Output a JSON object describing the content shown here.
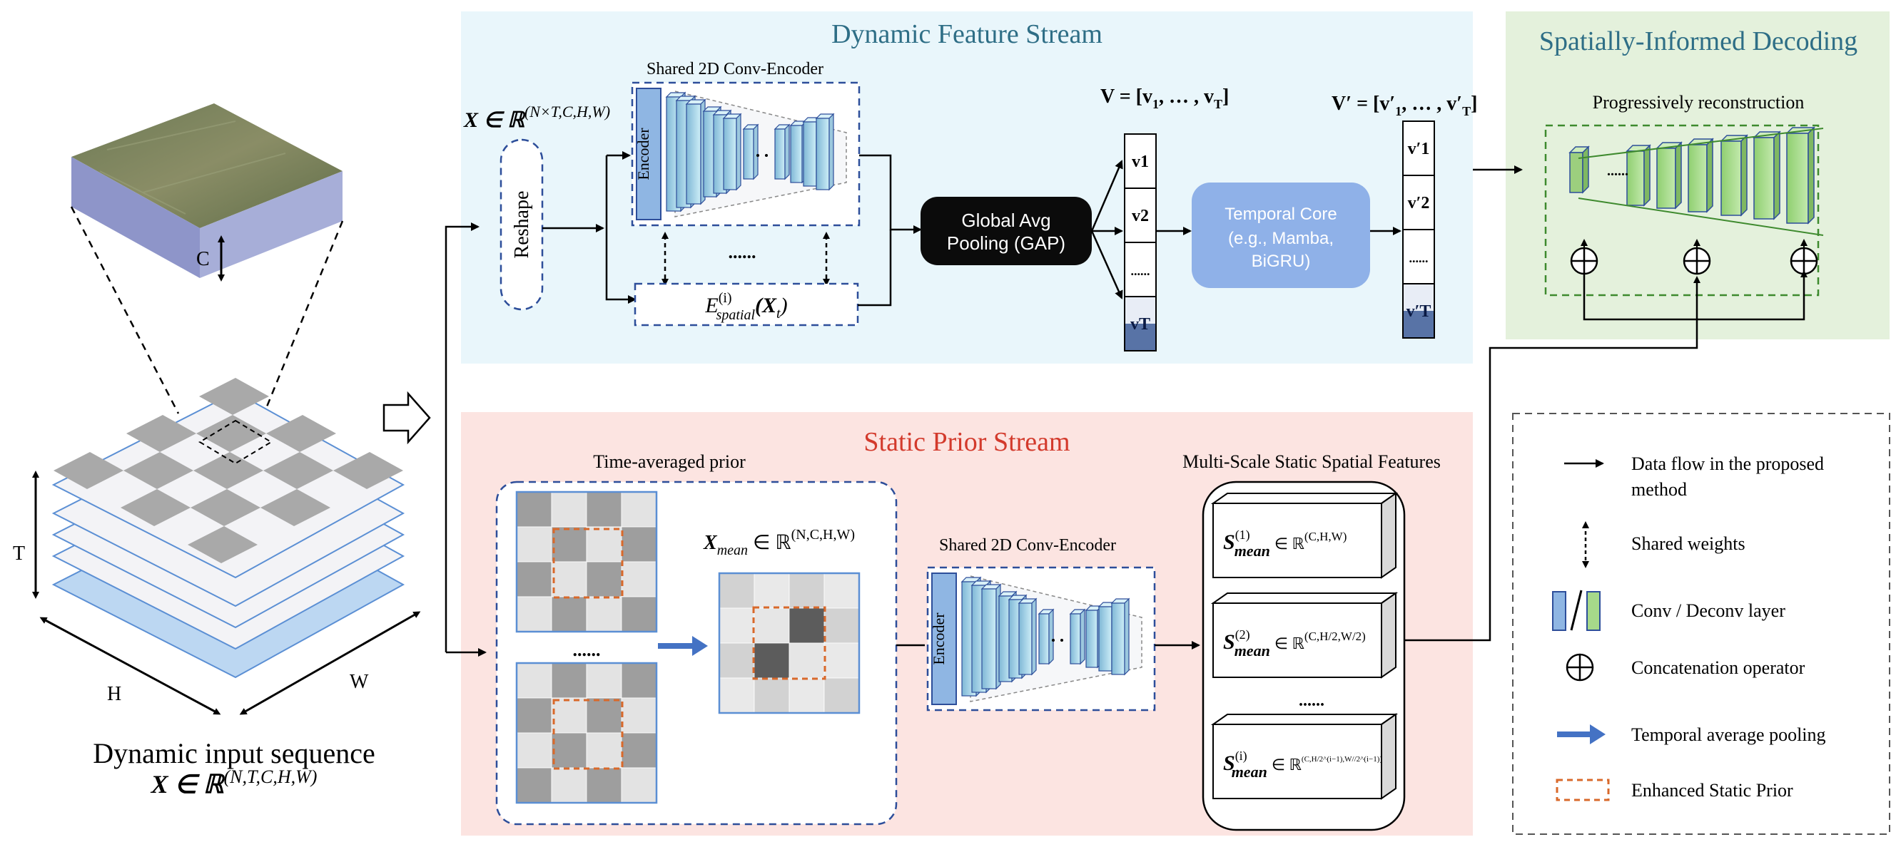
{
  "dynamic_stream": {
    "title": "Dynamic Feature Stream",
    "input_label": "X ∈ ℝ",
    "input_sup": "(N×T,C,H,W)",
    "reshape": "Reshape",
    "encoder_title": "Shared 2D Conv-Encoder",
    "encoder_label": "Encoder",
    "ellipsis": "......",
    "spatial_encoder": "E",
    "spatial_sup": "(i)",
    "spatial_sub": "spatial",
    "spatial_arg": "(X",
    "spatial_arg_sub": "t",
    "spatial_close": ")",
    "v_label": "V = [v",
    "v_label_rest": ", … , v",
    "v_tokens": [
      "v1",
      "v2",
      "......",
      "vT"
    ],
    "gap": [
      "Global Avg",
      "Pooling (GAP)"
    ],
    "temporal_core": [
      "Temporal Core",
      "(e.g., Mamba,",
      "BiGRU)"
    ],
    "vprime_label": "V′ = [v′",
    "vprime_tokens": [
      "v′1",
      "v′2",
      "......",
      "v′T"
    ]
  },
  "decoding": {
    "title": "Spatially-Informed Decoding",
    "subtitle": "Progressively reconstruction",
    "ellipsis": "......"
  },
  "static_stream": {
    "title": "Static Prior Stream",
    "prior_title": "Time-averaged prior",
    "ellipsis": "......",
    "x_mean": "X",
    "x_mean_sub": "mean",
    "x_mean_rest": " ∈ ℝ",
    "x_mean_sup": "(N,C,H,W)",
    "encoder_title": "Shared 2D Conv-Encoder",
    "encoder_label": "Encoder",
    "multi_title": "Multi-Scale Static Spatial Features",
    "s_items": [
      {
        "sup": "(1)",
        "dims": "(C,H,W)"
      },
      {
        "sup": "(2)",
        "dims": "(C,H/2,W/2)"
      },
      {
        "sup": "(i)",
        "dims": "(C,H/2^(i−1),W//2^(i−1))"
      }
    ],
    "s_symbol": "S",
    "s_sub": "mean",
    "s_in": "∈ ℝ",
    "s_ellipsis": "......"
  },
  "input": {
    "caption": "Dynamic input sequence",
    "formula": "X ∈ ℝ",
    "formula_sup": "(N,T,C,H,W)",
    "label_c": "C",
    "label_t": "T",
    "label_h": "H",
    "label_w": "W"
  },
  "legend": [
    {
      "icon": "arrow-solid-icon",
      "text": [
        "Data flow in the proposed",
        "method"
      ]
    },
    {
      "icon": "arrow-dashed-bidirectional-icon",
      "text": [
        "Shared weights"
      ]
    },
    {
      "icon": "conv-deconv-layer-icon",
      "text": [
        "Conv / Deconv layer"
      ]
    },
    {
      "icon": "concatenation-icon",
      "text": [
        "Concatenation operator"
      ]
    },
    {
      "icon": "blue-arrow-icon",
      "text": [
        "Temporal average pooling"
      ]
    },
    {
      "icon": "orange-dashed-box-icon",
      "text": [
        "Enhanced Static Prior"
      ]
    }
  ],
  "colors": {
    "dynamic_bg": "#e9f6fb",
    "static_bg": "#fce4e1",
    "decoding_bg": "#e4f1dc",
    "dynamic_title": "#2e6e86",
    "static_title": "#d33a2c",
    "decoding_title": "#2e6e86",
    "encoder_blue": "#8fb6e3",
    "layer_blue": "#bfe6f2",
    "gap_black": "#0b0b0b",
    "temporal_core": "#8fb1e8",
    "deconv_green": "#a6d98a",
    "prior_orange": "#d9692b"
  }
}
